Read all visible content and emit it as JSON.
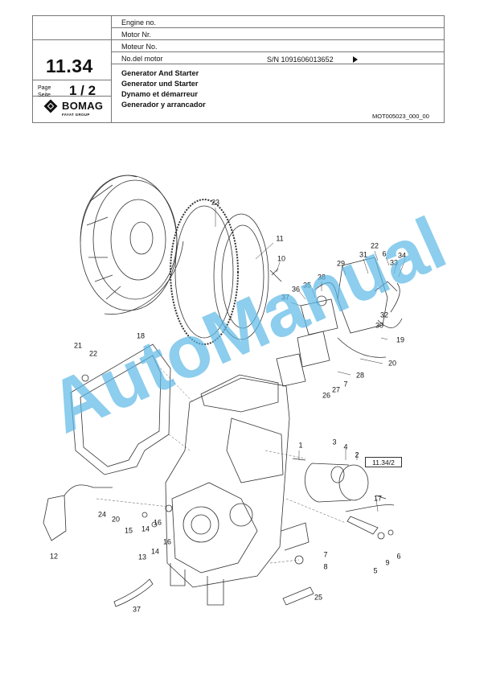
{
  "header": {
    "engine_labels": [
      "Engine no.",
      "Motor Nr.",
      "Moteur No.",
      "No.del motor"
    ],
    "serial_number": "S/N 1091606013652",
    "page_number": "11.34",
    "page_label_en": "Page",
    "page_label_de": "Seite",
    "page_fraction": "1 / 2",
    "titles": [
      "Generator And Starter",
      "Generator und Starter",
      "Dynamo et démarreur",
      "Generador y arrancador"
    ],
    "document_code": "MOT005023_000_00",
    "brand": "BOMAG",
    "brand_group": "FAYAT GROUP"
  },
  "diagram": {
    "reference_box": "11.34/2",
    "watermark": "AutoManual",
    "callouts": [
      "23",
      "11",
      "10",
      "22",
      "6",
      "33",
      "34",
      "31",
      "29",
      "38",
      "36",
      "35",
      "37",
      "32",
      "30",
      "19",
      "20",
      "28",
      "7",
      "27",
      "26",
      "21",
      "22",
      "18",
      "1",
      "3",
      "4",
      "2",
      "17",
      "24",
      "20",
      "15",
      "14",
      "16",
      "13",
      "14",
      "16",
      "12",
      "7",
      "8",
      "5",
      "9",
      "6",
      "25",
      "37"
    ]
  },
  "colors": {
    "watermark": "#5cb8e6",
    "line": "#333333"
  }
}
